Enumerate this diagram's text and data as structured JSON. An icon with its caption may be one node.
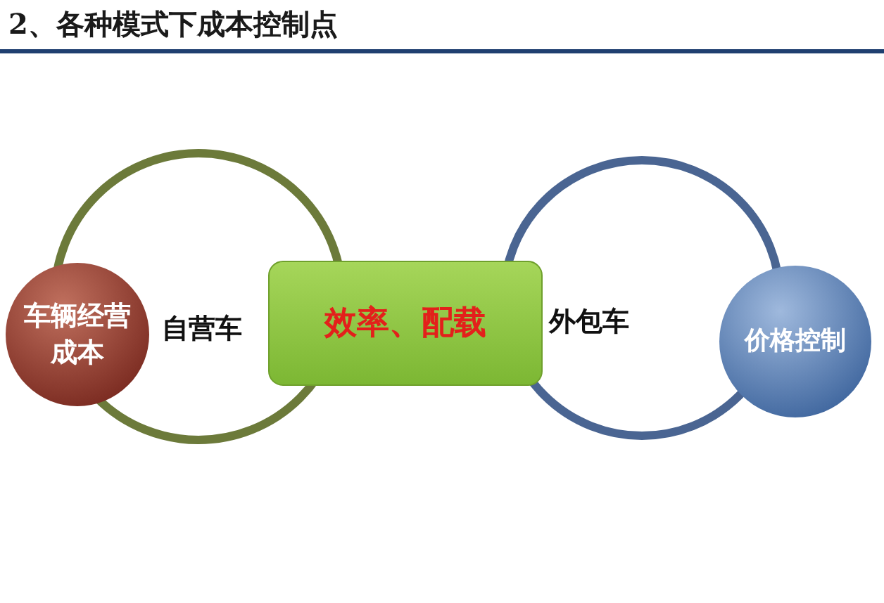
{
  "diagram": {
    "title": "2、各种模式下成本控制点",
    "nodes": [
      {
        "text": [
          "自营车"
        ]
      },
      {
        "text": [
          "车辆经营成本"
        ]
      },
      {
        "text": [
          "效率、配载"
        ]
      },
      {
        "text": [
          "外包车"
        ]
      },
      {
        "text": [
          "价格控制"
        ]
      }
    ],
    "edges": []
  }
}
